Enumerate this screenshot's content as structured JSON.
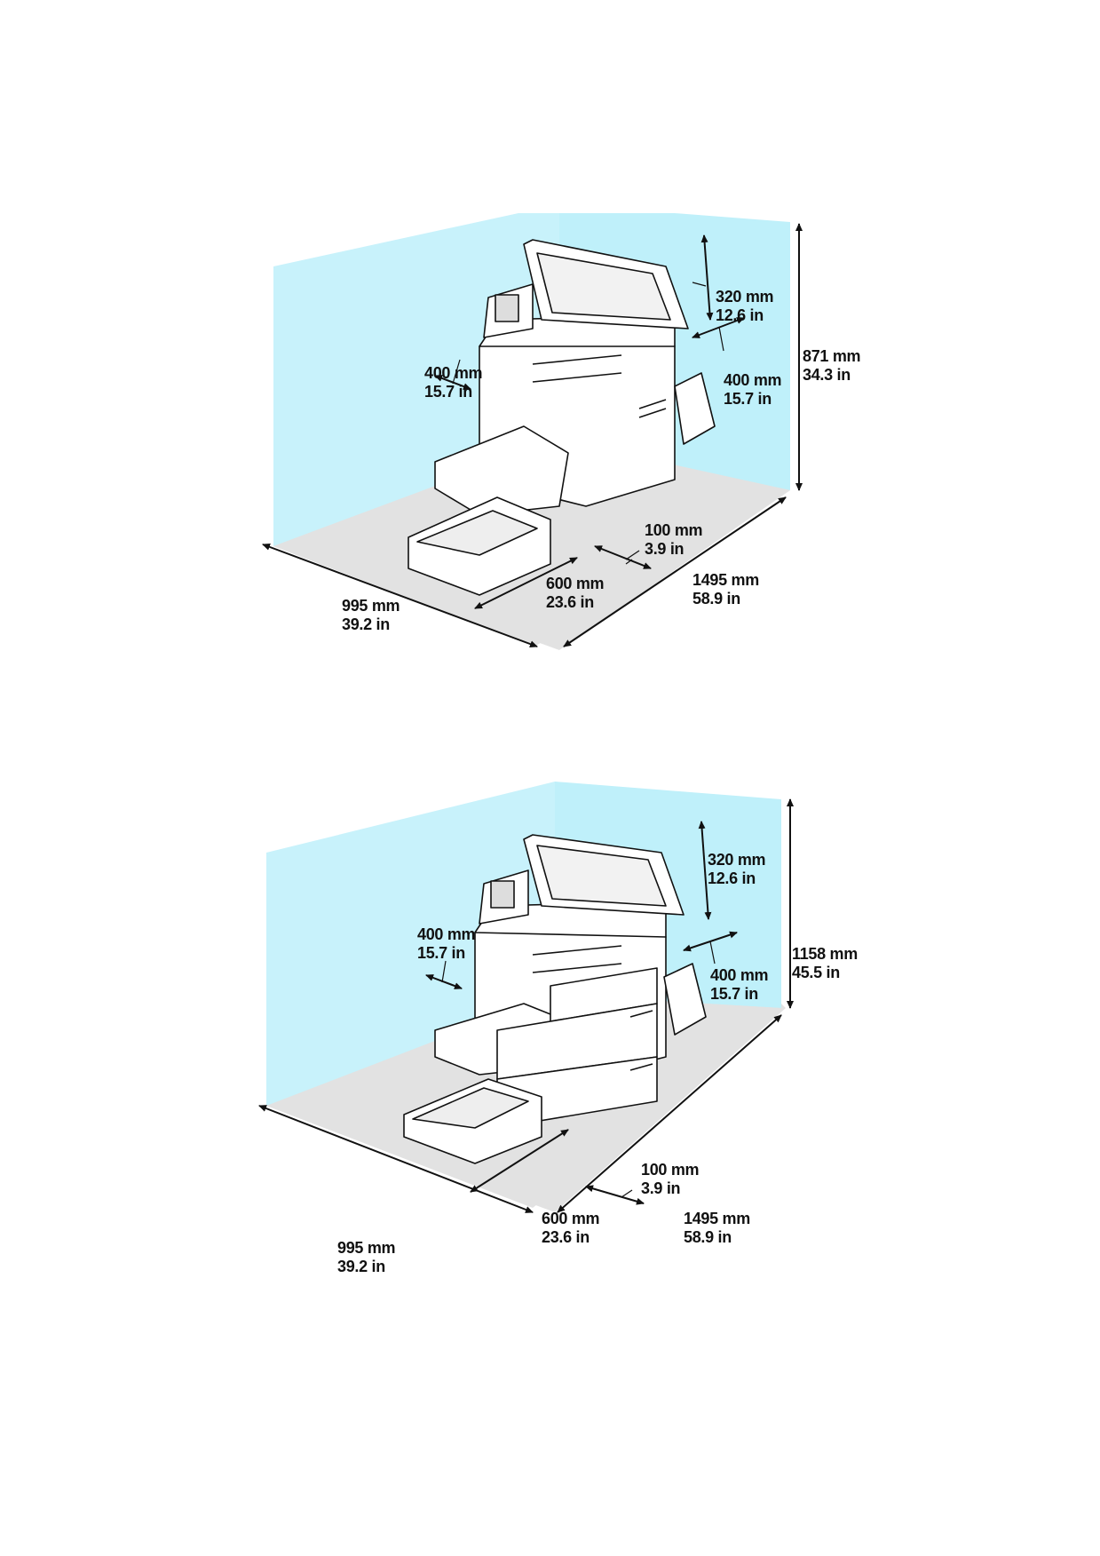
{
  "colors": {
    "wall": "#c8f2fb",
    "wall_edge": "#a7e4f2",
    "floor": "#e2e2e2",
    "line": "#111111",
    "printer_body": "#ffffff"
  },
  "diagrams": [
    {
      "id": "single-tray",
      "labels": {
        "scanner_clearance": {
          "mm": "320 mm",
          "in": "12.6 in"
        },
        "total_height": {
          "mm": "871 mm",
          "in": "34.3 in"
        },
        "left_clearance": {
          "mm": "400 mm",
          "in": "15.7 in"
        },
        "right_clearance": {
          "mm": "400 mm",
          "in": "15.7 in"
        },
        "rear_clearance": {
          "mm": "100 mm",
          "in": "3.9 in"
        },
        "front_clearance": {
          "mm": "600 mm",
          "in": "23.6 in"
        },
        "width": {
          "mm": "995 mm",
          "in": "39.2 in"
        },
        "depth": {
          "mm": "1495 mm",
          "in": "58.9 in"
        }
      }
    },
    {
      "id": "with-tray-modules",
      "labels": {
        "scanner_clearance": {
          "mm": "320 mm",
          "in": "12.6 in"
        },
        "total_height": {
          "mm": "1158 mm",
          "in": "45.5 in"
        },
        "left_clearance": {
          "mm": "400 mm",
          "in": "15.7 in"
        },
        "right_clearance": {
          "mm": "400 mm",
          "in": "15.7 in"
        },
        "rear_clearance": {
          "mm": "100 mm",
          "in": "3.9 in"
        },
        "front_clearance": {
          "mm": "600 mm",
          "in": "23.6 in"
        },
        "width": {
          "mm": "995 mm",
          "in": "39.2 in"
        },
        "depth": {
          "mm": "1495 mm",
          "in": "58.9 in"
        }
      }
    }
  ]
}
